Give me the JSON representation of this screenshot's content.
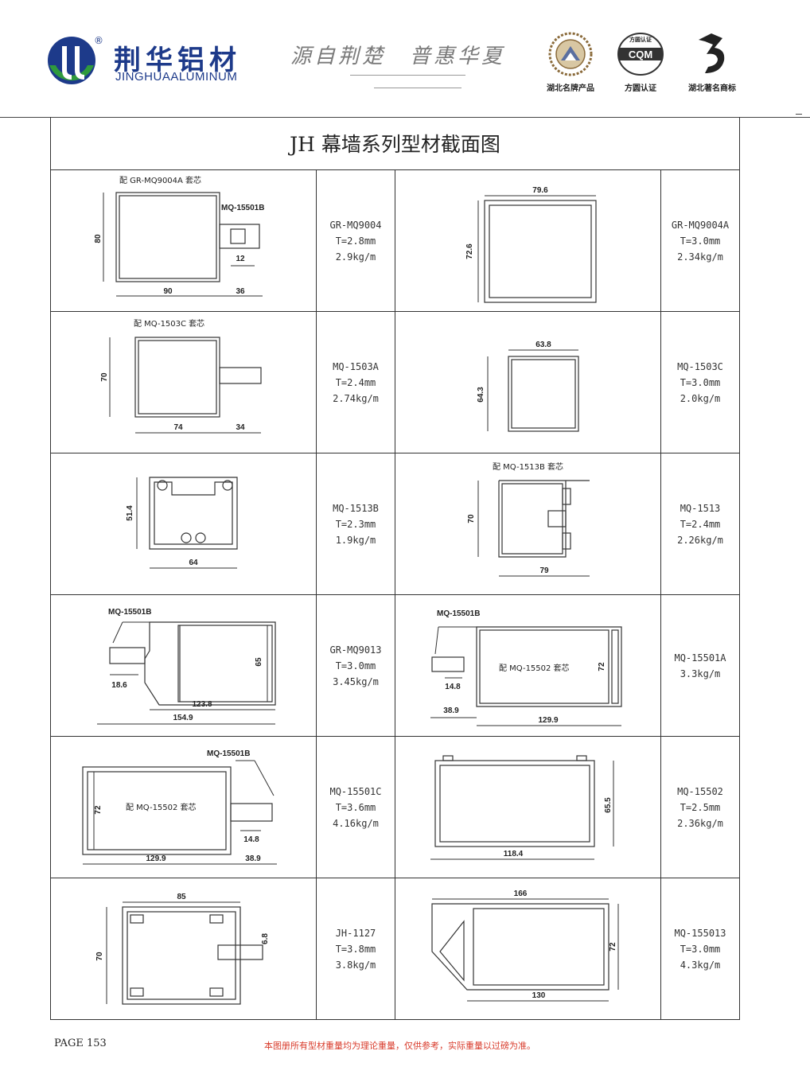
{
  "brand": {
    "name_cn": "荆华铝材",
    "name_en": "JINGHUAALUMINUM",
    "registered": "®",
    "slogan": "源自荆楚　普惠华夏",
    "colors": {
      "primary": "#1d3a8a",
      "green": "#2f9a3d",
      "footer_red": "#d83a2a"
    }
  },
  "certs": [
    {
      "icon": "hubei-brand-badge-icon",
      "label": "湖北名牌产品"
    },
    {
      "icon": "cqm-certification-icon",
      "label": "方圆认证",
      "badge_text": "CQM",
      "ring_text": "方圆认证"
    },
    {
      "icon": "hubei-trademark-logo-icon",
      "label": "湖北著名商标"
    }
  ],
  "page_title": "JH 幕墙系列型材截面图",
  "rows": [
    {
      "left": {
        "drawing": {
          "note": "配 GR-MQ9004A 套芯",
          "callout": "MQ-15501B",
          "dims": [
            "80",
            "90",
            "36",
            "12"
          ]
        },
        "code": "GR-MQ9004",
        "thickness": "T=2.8mm",
        "weight": "2.9kg/m"
      },
      "right": {
        "drawing": {
          "dims": [
            "79.6",
            "72.6"
          ]
        },
        "code": "GR-MQ9004A",
        "thickness": "T=3.0mm",
        "weight": "2.34kg/m"
      }
    },
    {
      "left": {
        "drawing": {
          "note": "配 MQ-1503C 套芯",
          "dims": [
            "70",
            "74",
            "34"
          ]
        },
        "code": "MQ-1503A",
        "thickness": "T=2.4mm",
        "weight": "2.74kg/m"
      },
      "right": {
        "drawing": {
          "dims": [
            "63.8",
            "64.3"
          ]
        },
        "code": "MQ-1503C",
        "thickness": "T=3.0mm",
        "weight": "2.0kg/m"
      }
    },
    {
      "left": {
        "drawing": {
          "dims": [
            "51.4",
            "64"
          ]
        },
        "code": "MQ-1513B",
        "thickness": "T=2.3mm",
        "weight": "1.9kg/m"
      },
      "right": {
        "drawing": {
          "note": "配 MQ-1513B 套芯",
          "dims": [
            "70",
            "79"
          ]
        },
        "code": "MQ-1513",
        "thickness": "T=2.4mm",
        "weight": "2.26kg/m"
      }
    },
    {
      "left": {
        "drawing": {
          "callout": "MQ-15501B",
          "dims": [
            "65",
            "18.6",
            "123.8",
            "154.9"
          ]
        },
        "code": "GR-MQ9013",
        "thickness": "T=3.0mm",
        "weight": "3.45kg/m"
      },
      "right": {
        "drawing": {
          "callout": "MQ-15501B",
          "note": "配 MQ-15502 套芯",
          "dims": [
            "72",
            "14.8",
            "38.9",
            "129.9"
          ]
        },
        "code": "MQ-15501A",
        "thickness": "",
        "weight": "3.3kg/m"
      }
    },
    {
      "left": {
        "drawing": {
          "callout": "MQ-15501B",
          "note": "配 MQ-15502 套芯",
          "dims": [
            "72",
            "14.8",
            "129.9",
            "38.9"
          ]
        },
        "code": "MQ-15501C",
        "thickness": "T=3.6mm",
        "weight": "4.16kg/m"
      },
      "right": {
        "drawing": {
          "dims": [
            "65.5",
            "118.4"
          ]
        },
        "code": "MQ-15502",
        "thickness": "T=2.5mm",
        "weight": "2.36kg/m"
      }
    },
    {
      "left": {
        "drawing": {
          "dims": [
            "85",
            "70",
            "6.8"
          ]
        },
        "code": "JH-1127",
        "thickness": "T=3.8mm",
        "weight": "3.8kg/m"
      },
      "right": {
        "drawing": {
          "dims": [
            "166",
            "72",
            "130"
          ]
        },
        "code": "MQ-155013",
        "thickness": "T=3.0mm",
        "weight": "4.3kg/m"
      }
    }
  ],
  "footer": {
    "page": "PAGE 153",
    "note": "本图册所有型材重量均为理论重量，仅供参考，实际重量以过磅为准。"
  }
}
